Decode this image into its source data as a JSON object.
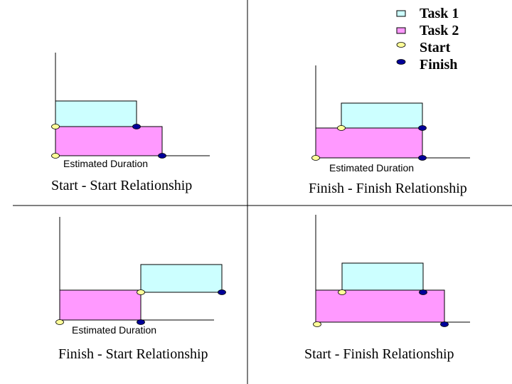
{
  "legend": {
    "task1": "Task 1",
    "task2": "Task 2",
    "start": "Start",
    "finish": "Finish"
  },
  "colors": {
    "task1_fill": "#ccffff",
    "task2_fill": "#ff99ff",
    "start_marker": "#ffff99",
    "finish_marker": "#000099",
    "lines": "#000000"
  },
  "quadrants": {
    "ss": {
      "title": "Start - Start Relationship",
      "duration_label": "Estimated Duration"
    },
    "ff": {
      "title": "Finish - Finish Relationship",
      "duration_label": "Estimated Duration"
    },
    "fs": {
      "title": "Finish - Start Relationship",
      "duration_label": "Estimated Duration"
    },
    "sf": {
      "title": "Start - Finish Relationship"
    }
  }
}
